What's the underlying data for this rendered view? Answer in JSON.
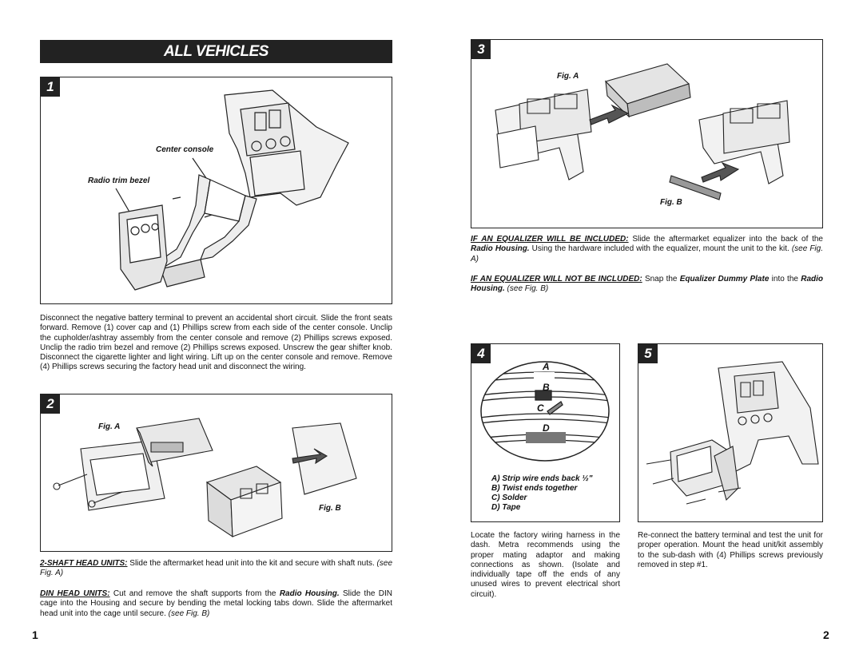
{
  "title": "ALL VEHICLES",
  "page_numbers": {
    "left": "1",
    "right": "2"
  },
  "step1": {
    "number": "1",
    "label_console": "Center console",
    "label_bezel": "Radio trim bezel",
    "text": "Disconnect the negative battery terminal to prevent an accidental short circuit. Slide the front seats forward. Remove (1) cover cap and (1) Phillips screw from each side of the center console. Unclip the cupholder/ashtray assembly from the center console and remove (2) Phillips screws exposed. Unclip the radio trim bezel and remove (2) Phillips screws exposed. Unscrew the gear shifter knob. Disconnect the cigarette lighter and light wiring. Lift up on the center console and remove. Remove (4) Phillips screws securing the factory head unit and disconnect the wiring."
  },
  "step2": {
    "number": "2",
    "fig_a": "Fig. A",
    "fig_b": "Fig. B",
    "p1_heading": "2-SHAFT HEAD UNITS:",
    "p1_text": " Slide the aftermarket head unit into the kit and secure with shaft nuts. ",
    "p1_ref": "(see Fig. A)",
    "p2_heading": "DIN HEAD UNITS:",
    "p2_text1": " Cut and remove the shaft supports from the ",
    "p2_bold": "Radio Housing.",
    "p2_text2": " Slide the DIN cage into the Housing and secure by bending the metal locking tabs down. Slide the aftermarket head unit into the cage until secure. ",
    "p2_ref": "(see Fig. B)"
  },
  "step3": {
    "number": "3",
    "fig_a": "Fig. A",
    "fig_b": "Fig. B",
    "p1_heading": "IF AN EQUALIZER WILL BE INCLUDED:",
    "p1_text1": " Slide the aftermarket equalizer into the back of the ",
    "p1_bold": "Radio Housing.",
    "p1_text2": " Using the hardware included with the equalizer, mount the unit to the kit. ",
    "p1_ref": "(see Fig. A)",
    "p2_heading": "IF AN EQUALIZER WILL NOT BE INCLUDED:",
    "p2_text1": " Snap the ",
    "p2_bold1": "Equalizer Dummy Plate",
    "p2_text2": " into the ",
    "p2_bold2": "Radio Housing.",
    "p2_ref": " (see Fig. B)"
  },
  "step4": {
    "number": "4",
    "wire_labels": [
      "A",
      "B",
      "C",
      "D"
    ],
    "legend": [
      "A) Strip wire ends back ½\"",
      "B) Twist ends together",
      "C) Solder",
      "D) Tape"
    ],
    "text": "Locate the factory wiring harness in the dash. Metra recommends using the proper mating adaptor and making connections as shown. (Isolate and individually tape off the ends of any unused wires to prevent electrical short circuit)."
  },
  "step5": {
    "number": "5",
    "text": "Re-connect the battery terminal and test the unit for proper operation. Mount the head unit/kit assembly to the sub-dash with (4) Phillips screws previously removed in step #1."
  },
  "icons": [
    "center-console-illustration",
    "radio-bezel-illustration",
    "head-unit-illustration",
    "equalizer-illustration",
    "wire-splice-illustration",
    "dash-assembly-illustration"
  ]
}
